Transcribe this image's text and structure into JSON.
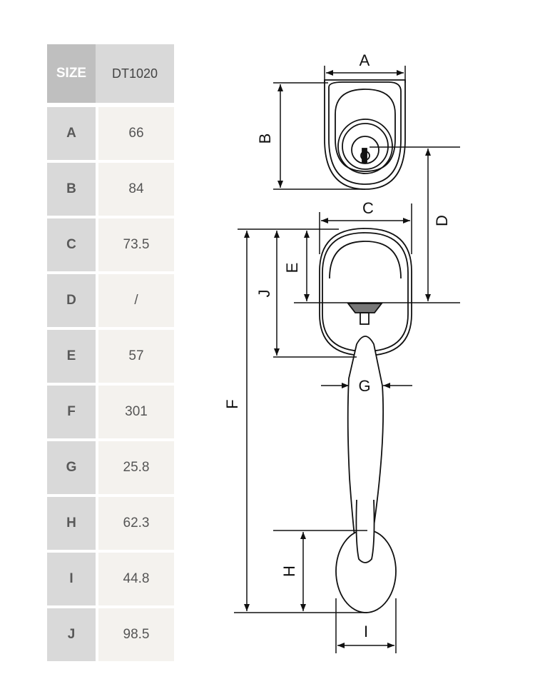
{
  "table": {
    "header_key": "SIZE",
    "header_model": "DT1020",
    "rows": [
      {
        "key": "A",
        "value": "66"
      },
      {
        "key": "B",
        "value": "84"
      },
      {
        "key": "C",
        "value": "73.5"
      },
      {
        "key": "D",
        "value": "/"
      },
      {
        "key": "E",
        "value": "57"
      },
      {
        "key": "F",
        "value": "301"
      },
      {
        "key": "G",
        "value": "25.8"
      },
      {
        "key": "H",
        "value": "62.3"
      },
      {
        "key": "I",
        "value": "44.8"
      },
      {
        "key": "J",
        "value": "98.5"
      }
    ]
  },
  "diagram": {
    "labels": {
      "A": "A",
      "B": "B",
      "C": "C",
      "D": "D",
      "E": "E",
      "F": "F",
      "G": "G",
      "H": "H",
      "I": "I",
      "J": "J"
    }
  }
}
